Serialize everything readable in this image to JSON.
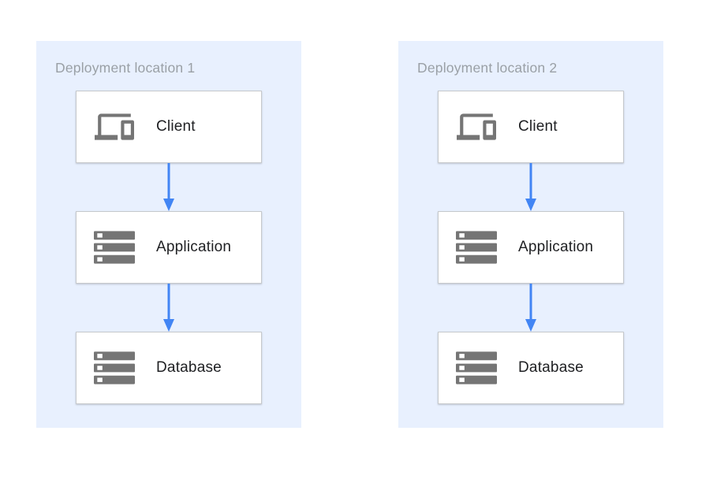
{
  "diagram_title": "",
  "colors": {
    "panel_bg": "#e8f0fe",
    "box_bg": "#ffffff",
    "box_border": "#c6c9cc",
    "title_text": "#9aa0a6",
    "label_text": "#202124",
    "arrow": "#4285f4",
    "icon": "#757575",
    "page_bg": "#ffffff"
  },
  "locations": [
    {
      "title": "Deployment location 1",
      "nodes": [
        {
          "label": "Client",
          "icon": "devices-icon"
        },
        {
          "label": "Application",
          "icon": "server-stack-icon"
        },
        {
          "label": "Database",
          "icon": "server-stack-icon"
        }
      ],
      "connections": [
        {
          "from": "Client",
          "to": "Application",
          "style": "arrow-down"
        },
        {
          "from": "Application",
          "to": "Database",
          "style": "arrow-down"
        }
      ]
    },
    {
      "title": "Deployment location 2",
      "nodes": [
        {
          "label": "Client",
          "icon": "devices-icon"
        },
        {
          "label": "Application",
          "icon": "server-stack-icon"
        },
        {
          "label": "Database",
          "icon": "server-stack-icon"
        }
      ],
      "connections": [
        {
          "from": "Client",
          "to": "Application",
          "style": "arrow-down"
        },
        {
          "from": "Application",
          "to": "Database",
          "style": "arrow-down"
        }
      ]
    }
  ]
}
